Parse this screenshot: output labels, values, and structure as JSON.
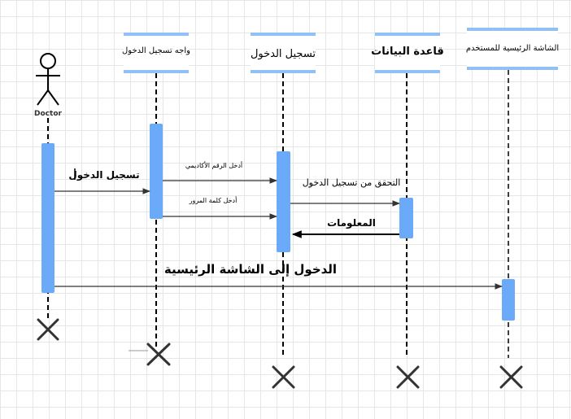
{
  "actor": {
    "label": "Doctor"
  },
  "participants": {
    "login_ui": "واجه تسجيل الدخول",
    "login": "تسجيل الدخول",
    "database": "قاعدة البيانات",
    "home_screen": "الشاشة الرئيسية للمستخدم"
  },
  "messages": {
    "login": "تسجيل الدخول",
    "enter_academic_id": "أدخل الرقم الأكاديمي",
    "enter_password": "أدخل كلمة المرور",
    "verify_login": "التحقق من تسجيل الدخول",
    "information": "المعلومات",
    "enter_home_screen": "الدخول إلى الشاشة الرئيسية"
  },
  "colors": {
    "activation": "#6aaaf8",
    "header_bar": "#90c0f4"
  }
}
